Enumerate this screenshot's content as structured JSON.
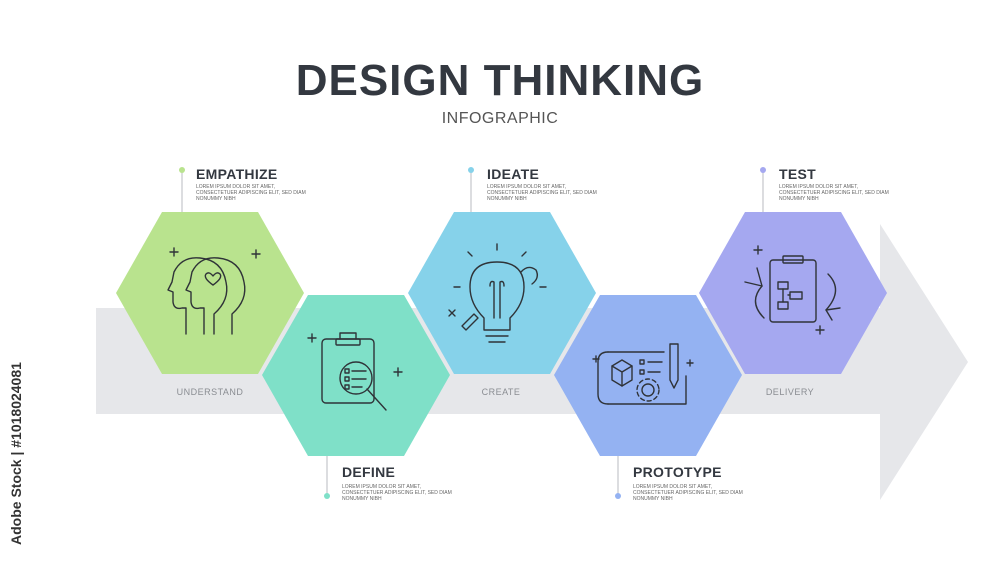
{
  "header": {
    "title": "DESIGN THINKING",
    "subtitle": "INFOGRAPHIC"
  },
  "arrow_labels": {
    "understand": "UNDERSTAND",
    "create": "CREATE",
    "delivery": "DELIVERY"
  },
  "steps": [
    {
      "title": "EMPATHIZE",
      "desc": "LOREM IPSUM DOLOR SIT AMET, CONSECTETUER ADIPISCING ELIT, SED DIAM NONUMMY NIBH",
      "color": "#b9e38e",
      "dot": "#b9e38e",
      "icon": "two-heads-heart-icon"
    },
    {
      "title": "DEFINE",
      "desc": "LOREM IPSUM DOLOR SIT AMET, CONSECTETUER ADIPISCING ELIT, SED DIAM NONUMMY NIBH",
      "color": "#7fe0c8",
      "dot": "#7fe0c8",
      "icon": "clipboard-magnifier-icon"
    },
    {
      "title": "IDEATE",
      "desc": "LOREM IPSUM DOLOR SIT AMET, CONSECTETUER ADIPISCING ELIT, SED DIAM NONUMMY NIBH",
      "color": "#86d2ea",
      "dot": "#86d2ea",
      "icon": "lightbulb-pencil-icon"
    },
    {
      "title": "PROTOTYPE",
      "desc": "LOREM IPSUM DOLOR SIT AMET, CONSECTETUER ADIPISCING ELIT, SED DIAM NONUMMY NIBH",
      "color": "#94b2f2",
      "dot": "#94b2f2",
      "icon": "blueprint-gear-icon"
    },
    {
      "title": "TEST",
      "desc": "LOREM IPSUM DOLOR SIT AMET, CONSECTETUER ADIPISCING ELIT, SED DIAM NONUMMY NIBH",
      "color": "#a5a8f0",
      "dot": "#a5a8f0",
      "icon": "clipboard-cycle-icon"
    }
  ],
  "watermark": {
    "side_text": "Adobe Stock | #1018024081"
  }
}
